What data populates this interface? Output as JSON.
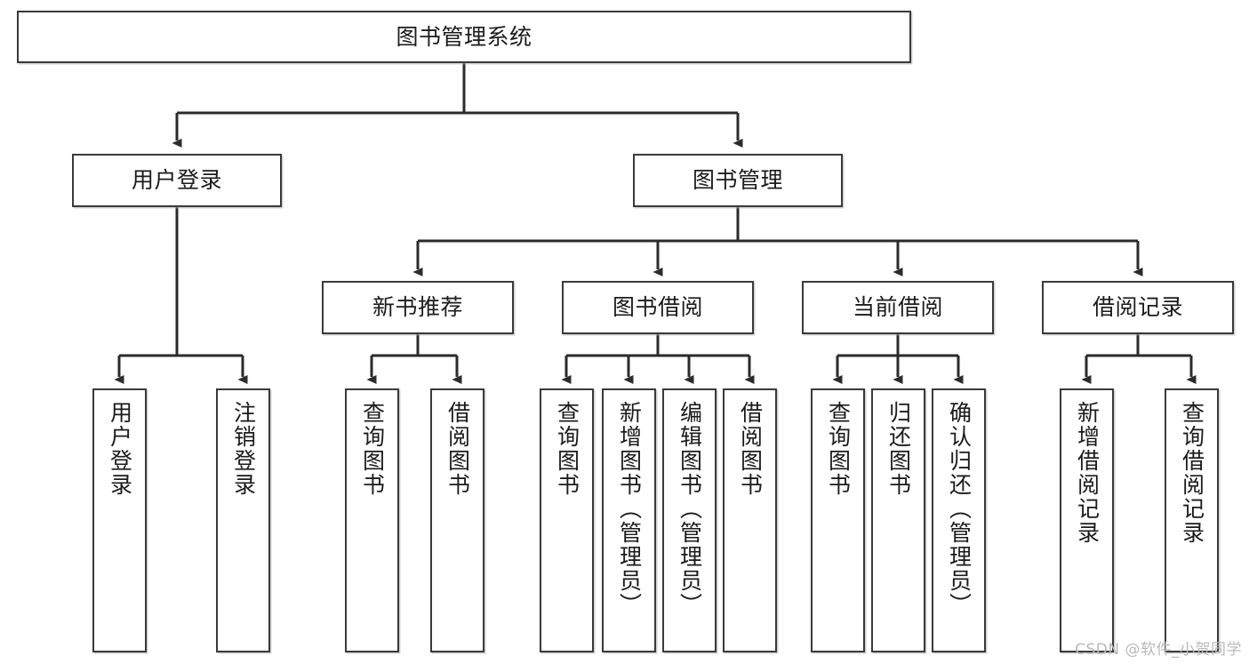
{
  "diagram": {
    "title": "图书管理系统",
    "watermark": "CSDN @软件_小贺同学",
    "colors": {
      "box_border": "#3a3a3a",
      "box_fill": "#ffffff",
      "edge": "#2b2b2b",
      "text": "#1b1b1b",
      "watermark": "#b9b9b9",
      "background": "#ffffff"
    },
    "root": {
      "label": "图书管理系统"
    },
    "level2": [
      {
        "label": "用户登录"
      },
      {
        "label": "图书管理"
      }
    ],
    "level3": [
      {
        "label": "新书推荐"
      },
      {
        "label": "图书借阅"
      },
      {
        "label": "当前借阅"
      },
      {
        "label": "借阅记录"
      }
    ],
    "leaves": {
      "user_login": [
        {
          "label": "用户登录"
        },
        {
          "label": "注销登录"
        }
      ],
      "new_book_recommend": [
        {
          "label": "查询图书"
        },
        {
          "label": "借阅图书"
        }
      ],
      "book_borrow": [
        {
          "label": "查询图书"
        },
        {
          "label": "新增图书（管理员）"
        },
        {
          "label": "编辑图书（管理员）"
        },
        {
          "label": "借阅图书"
        }
      ],
      "current_borrow": [
        {
          "label": "查询图书"
        },
        {
          "label": "归还图书"
        },
        {
          "label": "确认归还（管理员）"
        }
      ],
      "borrow_record": [
        {
          "label": "新增借阅记录"
        },
        {
          "label": "查询借阅记录"
        }
      ]
    }
  },
  "chart_data": {
    "type": "diagram",
    "subtype": "tree-hierarchy",
    "title": "图书管理系统",
    "orientation": "top-down",
    "nodes": [
      {
        "id": "root",
        "label": "图书管理系统",
        "level": 0,
        "parent": null
      },
      {
        "id": "n-user-login",
        "label": "用户登录",
        "level": 1,
        "parent": "root"
      },
      {
        "id": "n-book-manage",
        "label": "图书管理",
        "level": 1,
        "parent": "root"
      },
      {
        "id": "n-user-login-1",
        "label": "用户登录",
        "level": 2,
        "parent": "n-user-login"
      },
      {
        "id": "n-user-logout",
        "label": "注销登录",
        "level": 2,
        "parent": "n-user-login"
      },
      {
        "id": "n-new-book",
        "label": "新书推荐",
        "level": 2,
        "parent": "n-book-manage"
      },
      {
        "id": "n-book-borrow",
        "label": "图书借阅",
        "level": 2,
        "parent": "n-book-manage"
      },
      {
        "id": "n-current-borrow",
        "label": "当前借阅",
        "level": 2,
        "parent": "n-book-manage"
      },
      {
        "id": "n-borrow-record",
        "label": "借阅记录",
        "level": 2,
        "parent": "n-book-manage"
      },
      {
        "id": "n-nb-query",
        "label": "查询图书",
        "level": 3,
        "parent": "n-new-book"
      },
      {
        "id": "n-nb-borrow",
        "label": "借阅图书",
        "level": 3,
        "parent": "n-new-book"
      },
      {
        "id": "n-bb-query",
        "label": "查询图书",
        "level": 3,
        "parent": "n-book-borrow"
      },
      {
        "id": "n-bb-add",
        "label": "新增图书（管理员）",
        "level": 3,
        "parent": "n-book-borrow"
      },
      {
        "id": "n-bb-edit",
        "label": "编辑图书（管理员）",
        "level": 3,
        "parent": "n-book-borrow"
      },
      {
        "id": "n-bb-borrow",
        "label": "借阅图书",
        "level": 3,
        "parent": "n-book-borrow"
      },
      {
        "id": "n-cb-query",
        "label": "查询图书",
        "level": 3,
        "parent": "n-current-borrow"
      },
      {
        "id": "n-cb-return",
        "label": "归还图书",
        "level": 3,
        "parent": "n-current-borrow"
      },
      {
        "id": "n-cb-confirm",
        "label": "确认归还（管理员）",
        "level": 3,
        "parent": "n-current-borrow"
      },
      {
        "id": "n-br-add",
        "label": "新增借阅记录",
        "level": 3,
        "parent": "n-borrow-record"
      },
      {
        "id": "n-br-query",
        "label": "查询借阅记录",
        "level": 3,
        "parent": "n-borrow-record"
      }
    ]
  }
}
